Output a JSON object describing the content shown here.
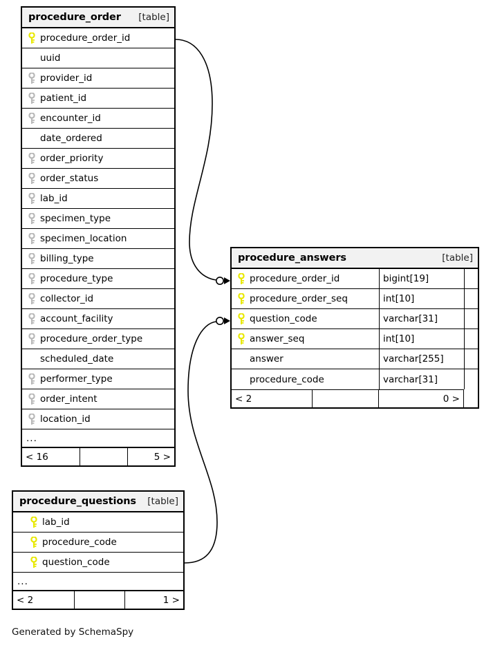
{
  "caption": "Generated by SchemaSpy",
  "colors": {
    "primary_key": "#e8e800",
    "foreign_key": "#b8b8b8",
    "border": "#000000",
    "header_background": "#f2f2f2",
    "background": "#ffffff"
  },
  "icons": {
    "primary_key": "key-icon",
    "foreign_key": "key-icon"
  },
  "tables": {
    "procedure_order": {
      "title": "procedure_order",
      "kind": "[table]",
      "columns": [
        {
          "name": "procedure_order_id",
          "key": "primary"
        },
        {
          "name": "uuid",
          "key": "none"
        },
        {
          "name": "provider_id",
          "key": "foreign"
        },
        {
          "name": "patient_id",
          "key": "foreign"
        },
        {
          "name": "encounter_id",
          "key": "foreign"
        },
        {
          "name": "date_ordered",
          "key": "none"
        },
        {
          "name": "order_priority",
          "key": "foreign"
        },
        {
          "name": "order_status",
          "key": "foreign"
        },
        {
          "name": "lab_id",
          "key": "foreign"
        },
        {
          "name": "specimen_type",
          "key": "foreign"
        },
        {
          "name": "specimen_location",
          "key": "foreign"
        },
        {
          "name": "billing_type",
          "key": "foreign"
        },
        {
          "name": "procedure_type",
          "key": "foreign"
        },
        {
          "name": "collector_id",
          "key": "foreign"
        },
        {
          "name": "account_facility",
          "key": "foreign"
        },
        {
          "name": "procedure_order_type",
          "key": "foreign"
        },
        {
          "name": "scheduled_date",
          "key": "none"
        },
        {
          "name": "performer_type",
          "key": "foreign"
        },
        {
          "name": "order_intent",
          "key": "foreign"
        },
        {
          "name": "location_id",
          "key": "foreign"
        }
      ],
      "ellipsis": "...",
      "footer": {
        "left": "< 16",
        "middle": "",
        "right": "5 >"
      }
    },
    "procedure_answers": {
      "title": "procedure_answers",
      "kind": "[table]",
      "columns": [
        {
          "name": "procedure_order_id",
          "type": "bigint[19]",
          "key": "primary"
        },
        {
          "name": "procedure_order_seq",
          "type": "int[10]",
          "key": "primary"
        },
        {
          "name": "question_code",
          "type": "varchar[31]",
          "key": "primary"
        },
        {
          "name": "answer_seq",
          "type": "int[10]",
          "key": "primary"
        },
        {
          "name": "answer",
          "type": "varchar[255]",
          "key": "none"
        },
        {
          "name": "procedure_code",
          "type": "varchar[31]",
          "key": "none"
        }
      ],
      "footer": {
        "left": "< 2",
        "middle": "",
        "right": "0 >"
      }
    },
    "procedure_questions": {
      "title": "procedure_questions",
      "kind": "[table]",
      "columns": [
        {
          "name": "lab_id",
          "key": "primary"
        },
        {
          "name": "procedure_code",
          "key": "primary"
        },
        {
          "name": "question_code",
          "key": "primary"
        }
      ],
      "ellipsis": "...",
      "footer": {
        "left": "< 2",
        "middle": "",
        "right": "1 >"
      }
    }
  },
  "relationships": [
    {
      "name": "procedure-order-to-procedure-answers",
      "from_table": "procedure_order",
      "from_column": "procedure_order_id",
      "to_table": "procedure_answers",
      "to_column": "procedure_order_id",
      "cardinality": "zero-or-many"
    },
    {
      "name": "procedure-questions-to-procedure-answers",
      "from_table": "procedure_questions",
      "from_column": "question_code",
      "to_table": "procedure_answers",
      "to_column": "question_code",
      "cardinality": "zero-or-many"
    }
  ]
}
